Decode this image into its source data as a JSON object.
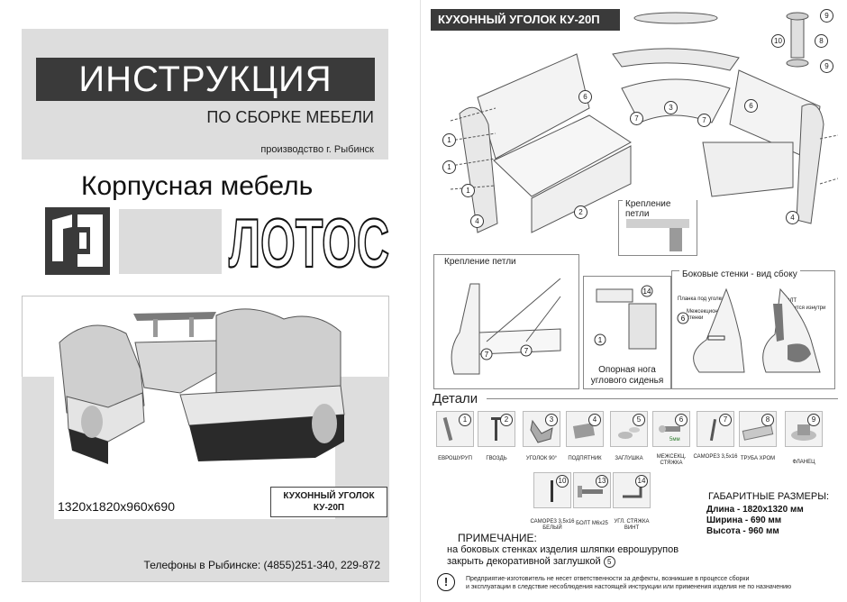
{
  "left_page": {
    "title": "ИНСТРУКЦИЯ",
    "subtitle": "ПО СБОРКЕ МЕБЕЛИ",
    "origin": "производство г. Рыбинск",
    "corp_title": "Корпусная мебель",
    "brand": "ЛОТОС",
    "dimensions": "1320x1820x960x690",
    "product_name_line1": "КУХОННЫЙ УГОЛОК",
    "product_name_line2": "КУ-20П",
    "phones": "Телефоны в Рыбинске: (4855)251-340, 229-872"
  },
  "right_page": {
    "header": "КУХОННЫЙ УГОЛОК КУ-20П",
    "callouts": [
      "1",
      "2",
      "3",
      "4",
      "6",
      "7",
      "8",
      "9",
      "10"
    ],
    "hinge_label_top": "Крепление петли",
    "hinge_label_left": "Крепление петли",
    "corner_leg_label_line1": "Опорная нога",
    "corner_leg_label_line2": "углового сиденья",
    "side_walls_label": "Боковые стенки - вид сбоку",
    "side_wall_note_1": "Планка под уголки",
    "side_wall_note_2": "Межсекционные стенки",
    "side_wall_note_3": "БОЛТ",
    "side_wall_note_4": "крепится изнутри",
    "details_title": "Детали",
    "parts": [
      {
        "num": "1",
        "label": "ЕВРОШУРУП"
      },
      {
        "num": "2",
        "label": "ГВОЗДЬ"
      },
      {
        "num": "3",
        "label": "УГОЛОК 90°"
      },
      {
        "num": "4",
        "label": "ПОДПЯТНИК"
      },
      {
        "num": "5",
        "label": "ЗАГЛУШКА"
      },
      {
        "num": "6",
        "label": "МЕЖСЕКЦ. СТЯЖКА"
      },
      {
        "num": "7",
        "label": "САМОРЕЗ 3,5х16"
      },
      {
        "num": "8",
        "label": "ТРУБА ХРОМ"
      },
      {
        "num": "9",
        "label": "ФЛАНЕЦ"
      },
      {
        "num": "10",
        "label": "САМОРЕЗ 3,5х16 БЕЛЫЙ"
      },
      {
        "num": "13",
        "label": "БОЛТ М6х25"
      },
      {
        "num": "14",
        "label": "УГЛ. СТЯЖКА ВИНТ"
      }
    ],
    "part6_extra": "5мм",
    "gab_title": "ГАБАРИТНЫЕ РАЗМЕРЫ:",
    "gab_length": "Длина - 1820х1320 мм",
    "gab_width": "Ширина - 690 мм",
    "gab_height": "Высота - 960 мм",
    "note_title": "ПРИМЕЧАНИЕ:",
    "note_line1": "на боковых стенках изделия шляпки еврошурупов",
    "note_line2": "закрыть декоративной заглушкой",
    "note_ref": "5",
    "warning_line1": "Предприятие-изготовитель не несет ответственности за дефекты, возникшие в процессе сборки",
    "warning_line2": "и эксплуатации в следствие несоблюдения настоящей инструкции или применения изделия не по назначению",
    "warning_icon": "!"
  },
  "colors": {
    "dark_bar": "#3a3a3a",
    "frame_gray": "#dddddd"
  }
}
